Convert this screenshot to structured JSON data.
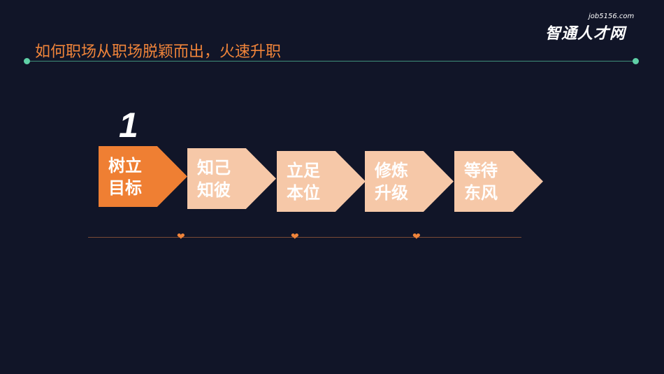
{
  "title": "如何职场从职场脱颖而出，火速升职",
  "logo": {
    "url": "job5156.com",
    "name": "智通人才网"
  },
  "step_number": "1",
  "steps": [
    {
      "label": "树立目标",
      "active": true
    },
    {
      "label": "知己知彼",
      "active": false
    },
    {
      "label": "立足本位",
      "active": false
    },
    {
      "label": "修炼升级",
      "active": false
    },
    {
      "label": "等待东风",
      "active": false
    }
  ],
  "colors": {
    "accent": "#ef7f33",
    "light": "#f6c8a8",
    "background": "#111528"
  }
}
